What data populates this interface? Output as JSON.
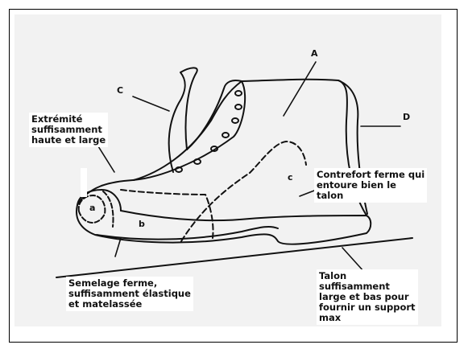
{
  "letters": {
    "A": "A",
    "C": "C",
    "D": "D",
    "a": "a",
    "b": "b",
    "c": "c"
  },
  "labels": {
    "toe": "Extrémité\nsuffisamment\nhaute et large",
    "counter": "Contrefort ferme qui\nentoure bien le\ntalon",
    "sole": "Semelage ferme,\nsuffisamment élastique\net matelassée",
    "heel": "Talon\nsuffisamment\nlarge et bas pour\nfournir un support\nmax"
  }
}
